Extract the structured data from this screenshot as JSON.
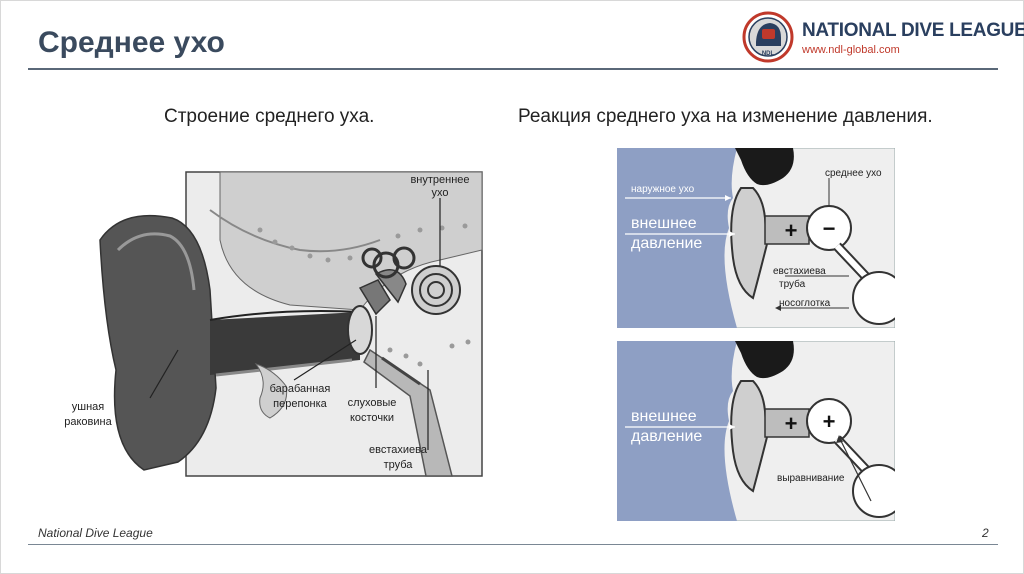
{
  "header": {
    "title": "Среднее ухо",
    "logo_name": "NATIONAL DIVE LEAGUE",
    "logo_url": "www.ndl-global.com",
    "logo_badge": "NDL"
  },
  "left": {
    "heading": "Строение среднего уха.",
    "labels": {
      "inner_ear": [
        "внутреннее",
        "ухо"
      ],
      "auricle": [
        "ушная",
        "раковина"
      ],
      "eardrum": [
        "барабанная",
        "перепонка"
      ],
      "ossicles": [
        "слуховые",
        "косточки"
      ],
      "eustachian": [
        "евстахиева",
        "труба"
      ]
    }
  },
  "right": {
    "heading": "Реакция среднего уха на изменение давления.",
    "top_panel": {
      "outer_ear": "наружное ухо",
      "middle_ear": "среднее ухо",
      "external_pressure": [
        "внешнее",
        "давление"
      ],
      "plus": "+",
      "minus": "−",
      "eustachian": [
        "евстахиева",
        "труба"
      ],
      "nasopharynx": "носоглотка"
    },
    "bottom_panel": {
      "external_pressure": [
        "внешнее",
        "давление"
      ],
      "plus_left": "+",
      "plus_right": "+",
      "equalization": "выравнивание"
    }
  },
  "footer": {
    "org": "National Dive League",
    "page": "2"
  },
  "colors": {
    "title": "#3a4a5e",
    "water_blue": "#8e9fc4",
    "logo_red": "#c0392b",
    "logo_navy": "#2a3f5f"
  }
}
